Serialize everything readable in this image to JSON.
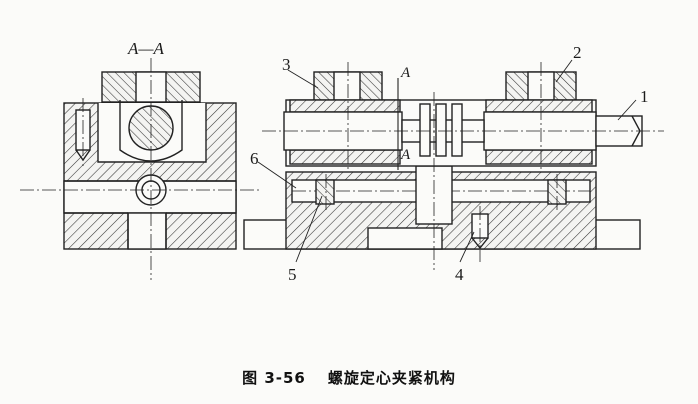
{
  "section_label": "A—A",
  "view_mark": "A",
  "callouts": [
    "1",
    "2",
    "3",
    "4",
    "5",
    "6"
  ],
  "caption": {
    "number": "图 3-56",
    "title": "螺旋定心夹紧机构"
  }
}
